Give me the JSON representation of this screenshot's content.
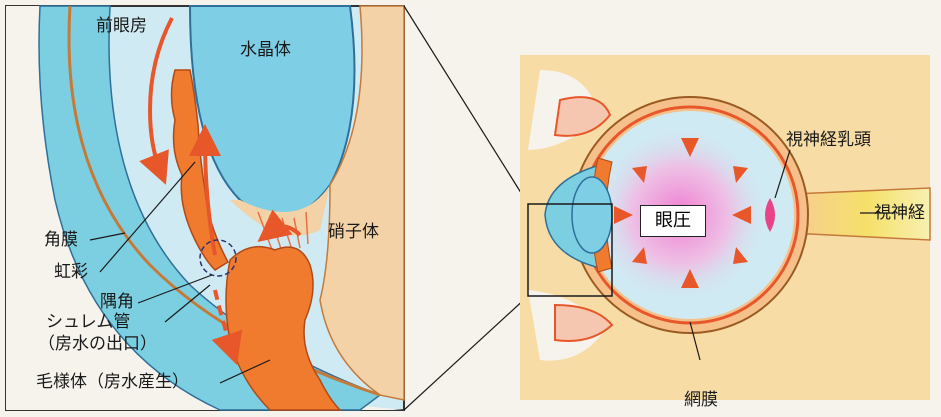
{
  "labels": {
    "anterior_chamber": "前眼房",
    "lens": "水晶体",
    "vitreous": "硝子体",
    "cornea": "角膜",
    "iris": "虹彩",
    "angle": "隅角",
    "schlemm_canal": "シュレム管",
    "schlemm_outlet": "（房水の出口）",
    "ciliary_body": "毛様体（房水産生）",
    "optic_disc": "視神経乳頭",
    "optic_nerve": "視神経",
    "intraocular_pressure": "眼圧",
    "retina": "網膜"
  },
  "colors": {
    "cornea": "#7ccfe0",
    "lens": "#7ecfe6",
    "background_panel": "#cfeaf2",
    "aqueous_flow": "#e8572a",
    "ciliary": "#f07a2e",
    "sclera": "#f5c089",
    "eye_socket": "#f7dca6",
    "pressure_glow": "#f07ad0"
  }
}
